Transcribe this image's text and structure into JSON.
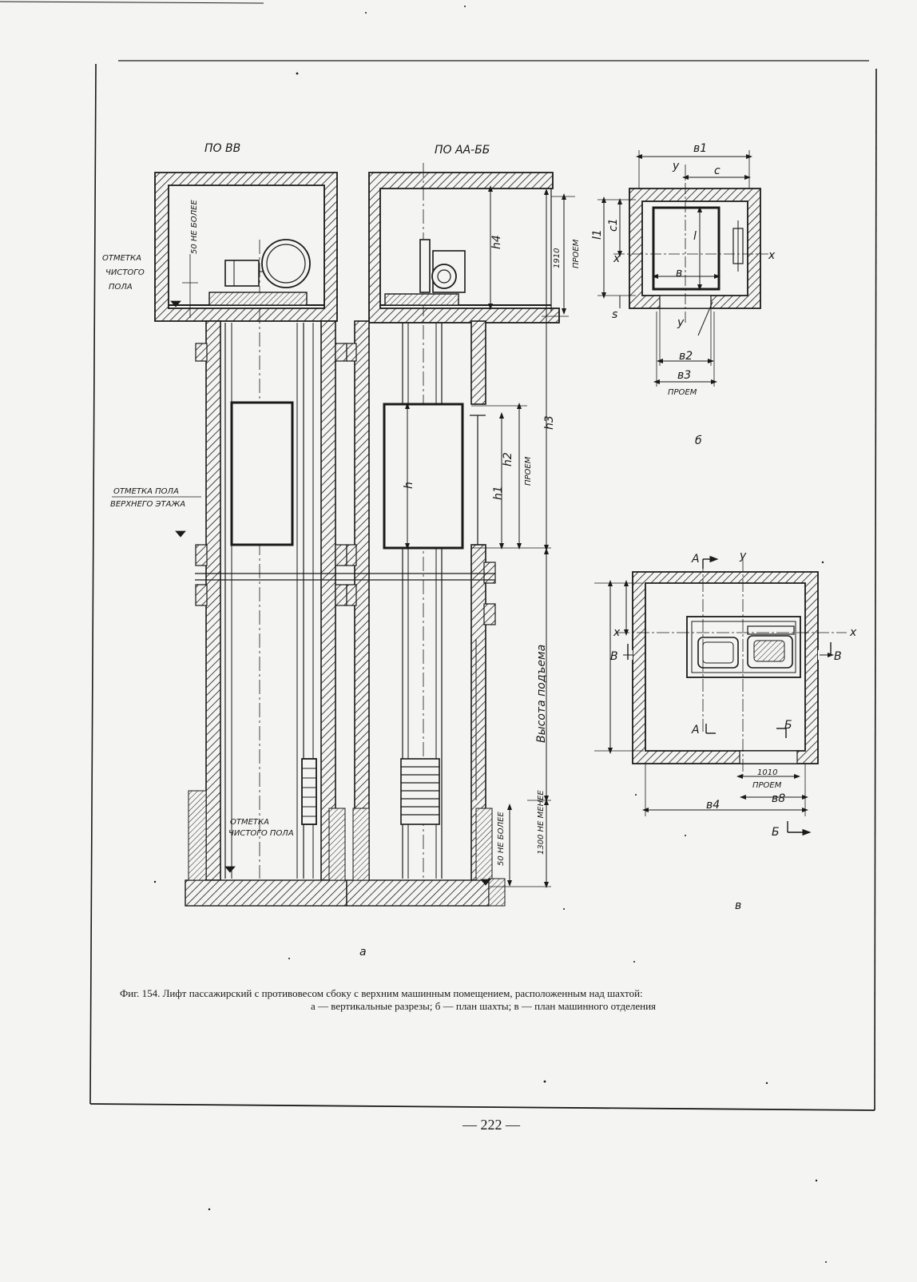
{
  "drawing": {
    "section_left_title": "ПО ВВ",
    "section_right_title": "ПО АА-ББ",
    "label_clean_floor_top": [
      "ОТМЕТКА",
      "ЧИСТОГО",
      "ПОЛА"
    ],
    "label_50_max_top": "50 НЕ БОЛЕЕ",
    "label_upper_floor": [
      "ОТМЕТКА ПОЛА",
      "ВЕРХНЕГО ЭТАЖА"
    ],
    "label_clean_floor_bottom": [
      "ОТМЕТКА",
      "ЧИСТОГО ПОЛА"
    ],
    "label_50_max_bottom": "50 НЕ БОЛЕЕ",
    "label_1300_min": "1300 НЕ МЕНЕЕ",
    "label_lift_height": "Высота подъема",
    "label_1910": "1910",
    "label_opening": "ПРОЕМ",
    "dim_h4": "h4",
    "dim_h3": "h3",
    "dim_h2": "h2",
    "dim_h1": "h1",
    "dim_h": "h",
    "label_a": "а",
    "plan_b_letter": "б",
    "plan_b_b1": "в1",
    "plan_b_c": "с",
    "plan_b_y": "у",
    "plan_b_x": "х",
    "plan_b_l1": "l1",
    "plan_b_l": "l",
    "plan_b_c1": "с1",
    "plan_b_b": "в",
    "plan_b_s": "s",
    "plan_b_b2": "в2",
    "plan_b_b3": "в3",
    "plan_b_opening": "ПРОЕМ",
    "plan_v_letter": "в",
    "plan_v_A": "А",
    "plan_v_B": "Б",
    "plan_v_V": "В",
    "plan_v_1010": "1010",
    "plan_v_opening": "ПРОЕМ",
    "plan_v_b4": "в4",
    "plan_v_b8": "в8",
    "plan_v_x": "х",
    "plan_v_y": "у"
  },
  "caption": {
    "line1": "Фиг. 154. Лифт пассажирский с противовесом сбоку с верхним машинным помещением, расположенным над шахтой:",
    "line2": "а — вертикальные разрезы; б — план шахты; в — план машинного отделения"
  },
  "page_number": "— 222 —"
}
